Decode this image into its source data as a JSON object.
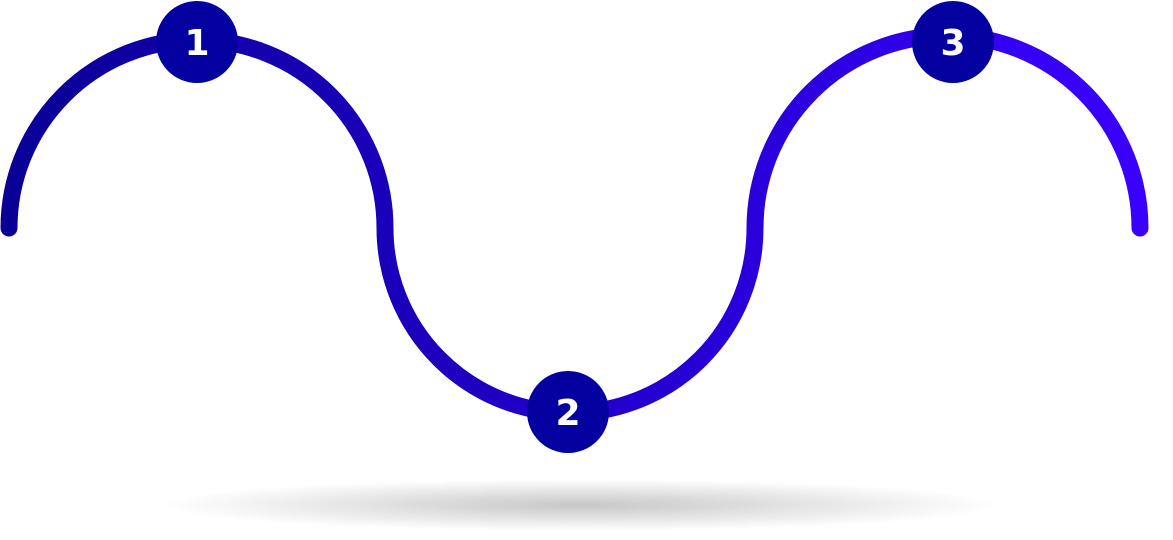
{
  "diagram": {
    "steps": [
      {
        "label": "1"
      },
      {
        "label": "2"
      },
      {
        "label": "3"
      }
    ],
    "colors": {
      "gradient_start": "#0a0096",
      "gradient_end": "#3a00ff",
      "marker_fill": "#0500a0",
      "marker_text": "#ffffff"
    }
  }
}
